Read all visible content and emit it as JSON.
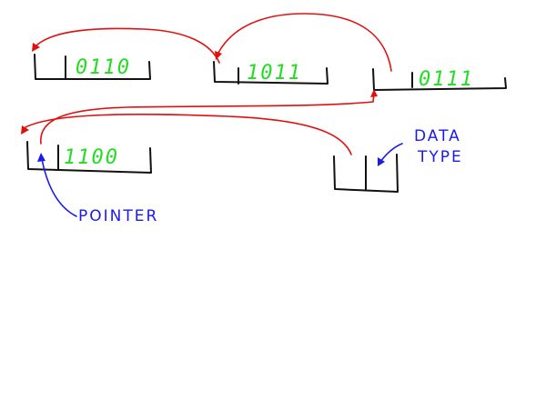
{
  "nodes": [
    {
      "id": "node-a",
      "data": "0110"
    },
    {
      "id": "node-b",
      "data": "1011"
    },
    {
      "id": "node-c",
      "data": "0111"
    },
    {
      "id": "node-d",
      "data": "1100"
    }
  ],
  "labels": {
    "pointer": "POINTER",
    "data_type_line1": "DATA",
    "data_type_line2": "TYPE"
  },
  "colors": {
    "ink": "#111111",
    "bits": "#22dd22",
    "pointer_arrow": "#e01010",
    "annotation": "#1a1aee"
  }
}
